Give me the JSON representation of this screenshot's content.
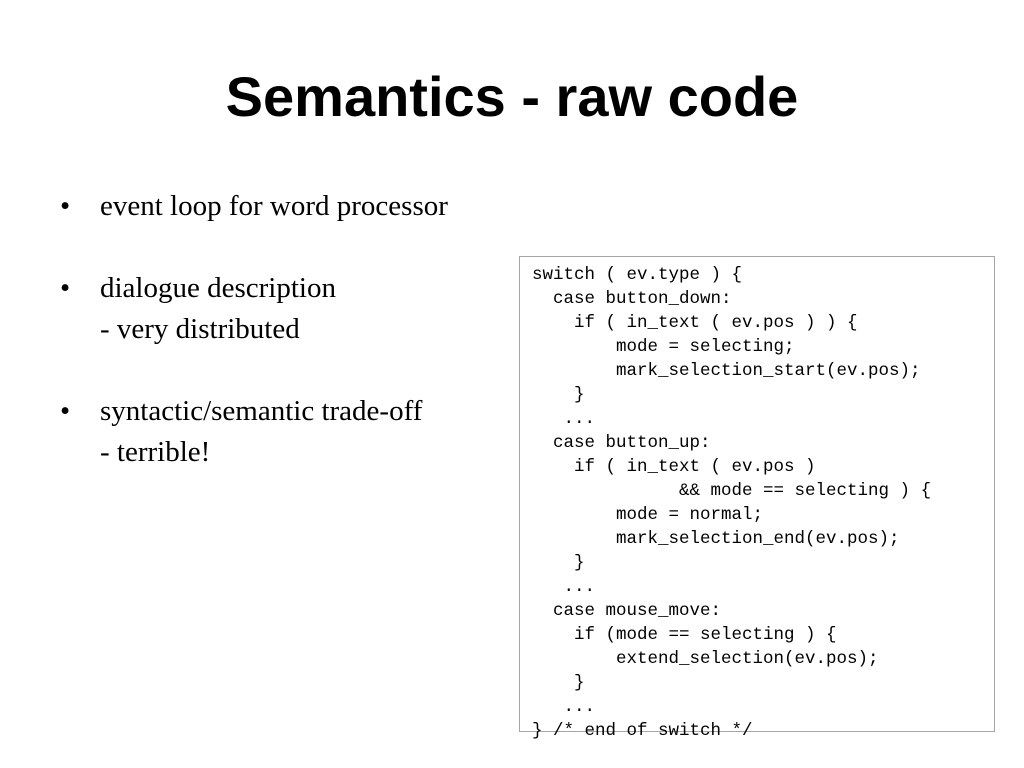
{
  "slide": {
    "title": "Semantics - raw code"
  },
  "bullets": [
    {
      "marker": "•",
      "lines": [
        "event loop for word processor"
      ]
    },
    {
      "marker": "•",
      "lines": [
        "dialogue description",
        "- very distributed"
      ]
    },
    {
      "marker": "•",
      "lines": [
        "syntactic/semantic trade-off",
        "- terrible!"
      ]
    }
  ],
  "code": {
    "lines": [
      "switch ( ev.type ) {",
      "  case button_down:",
      "    if ( in_text ( ev.pos ) ) {",
      "        mode = selecting;",
      "        mark_selection_start(ev.pos);",
      "    }",
      "   ...",
      "  case button_up:",
      "    if ( in_text ( ev.pos )",
      "              && mode == selecting ) {",
      "        mode = normal;",
      "        mark_selection_end(ev.pos);",
      "    }",
      "   ...",
      "  case mouse_move:",
      "    if (mode == selecting ) {",
      "        extend_selection(ev.pos);",
      "    }",
      "   ...",
      "} /* end of switch */"
    ]
  }
}
